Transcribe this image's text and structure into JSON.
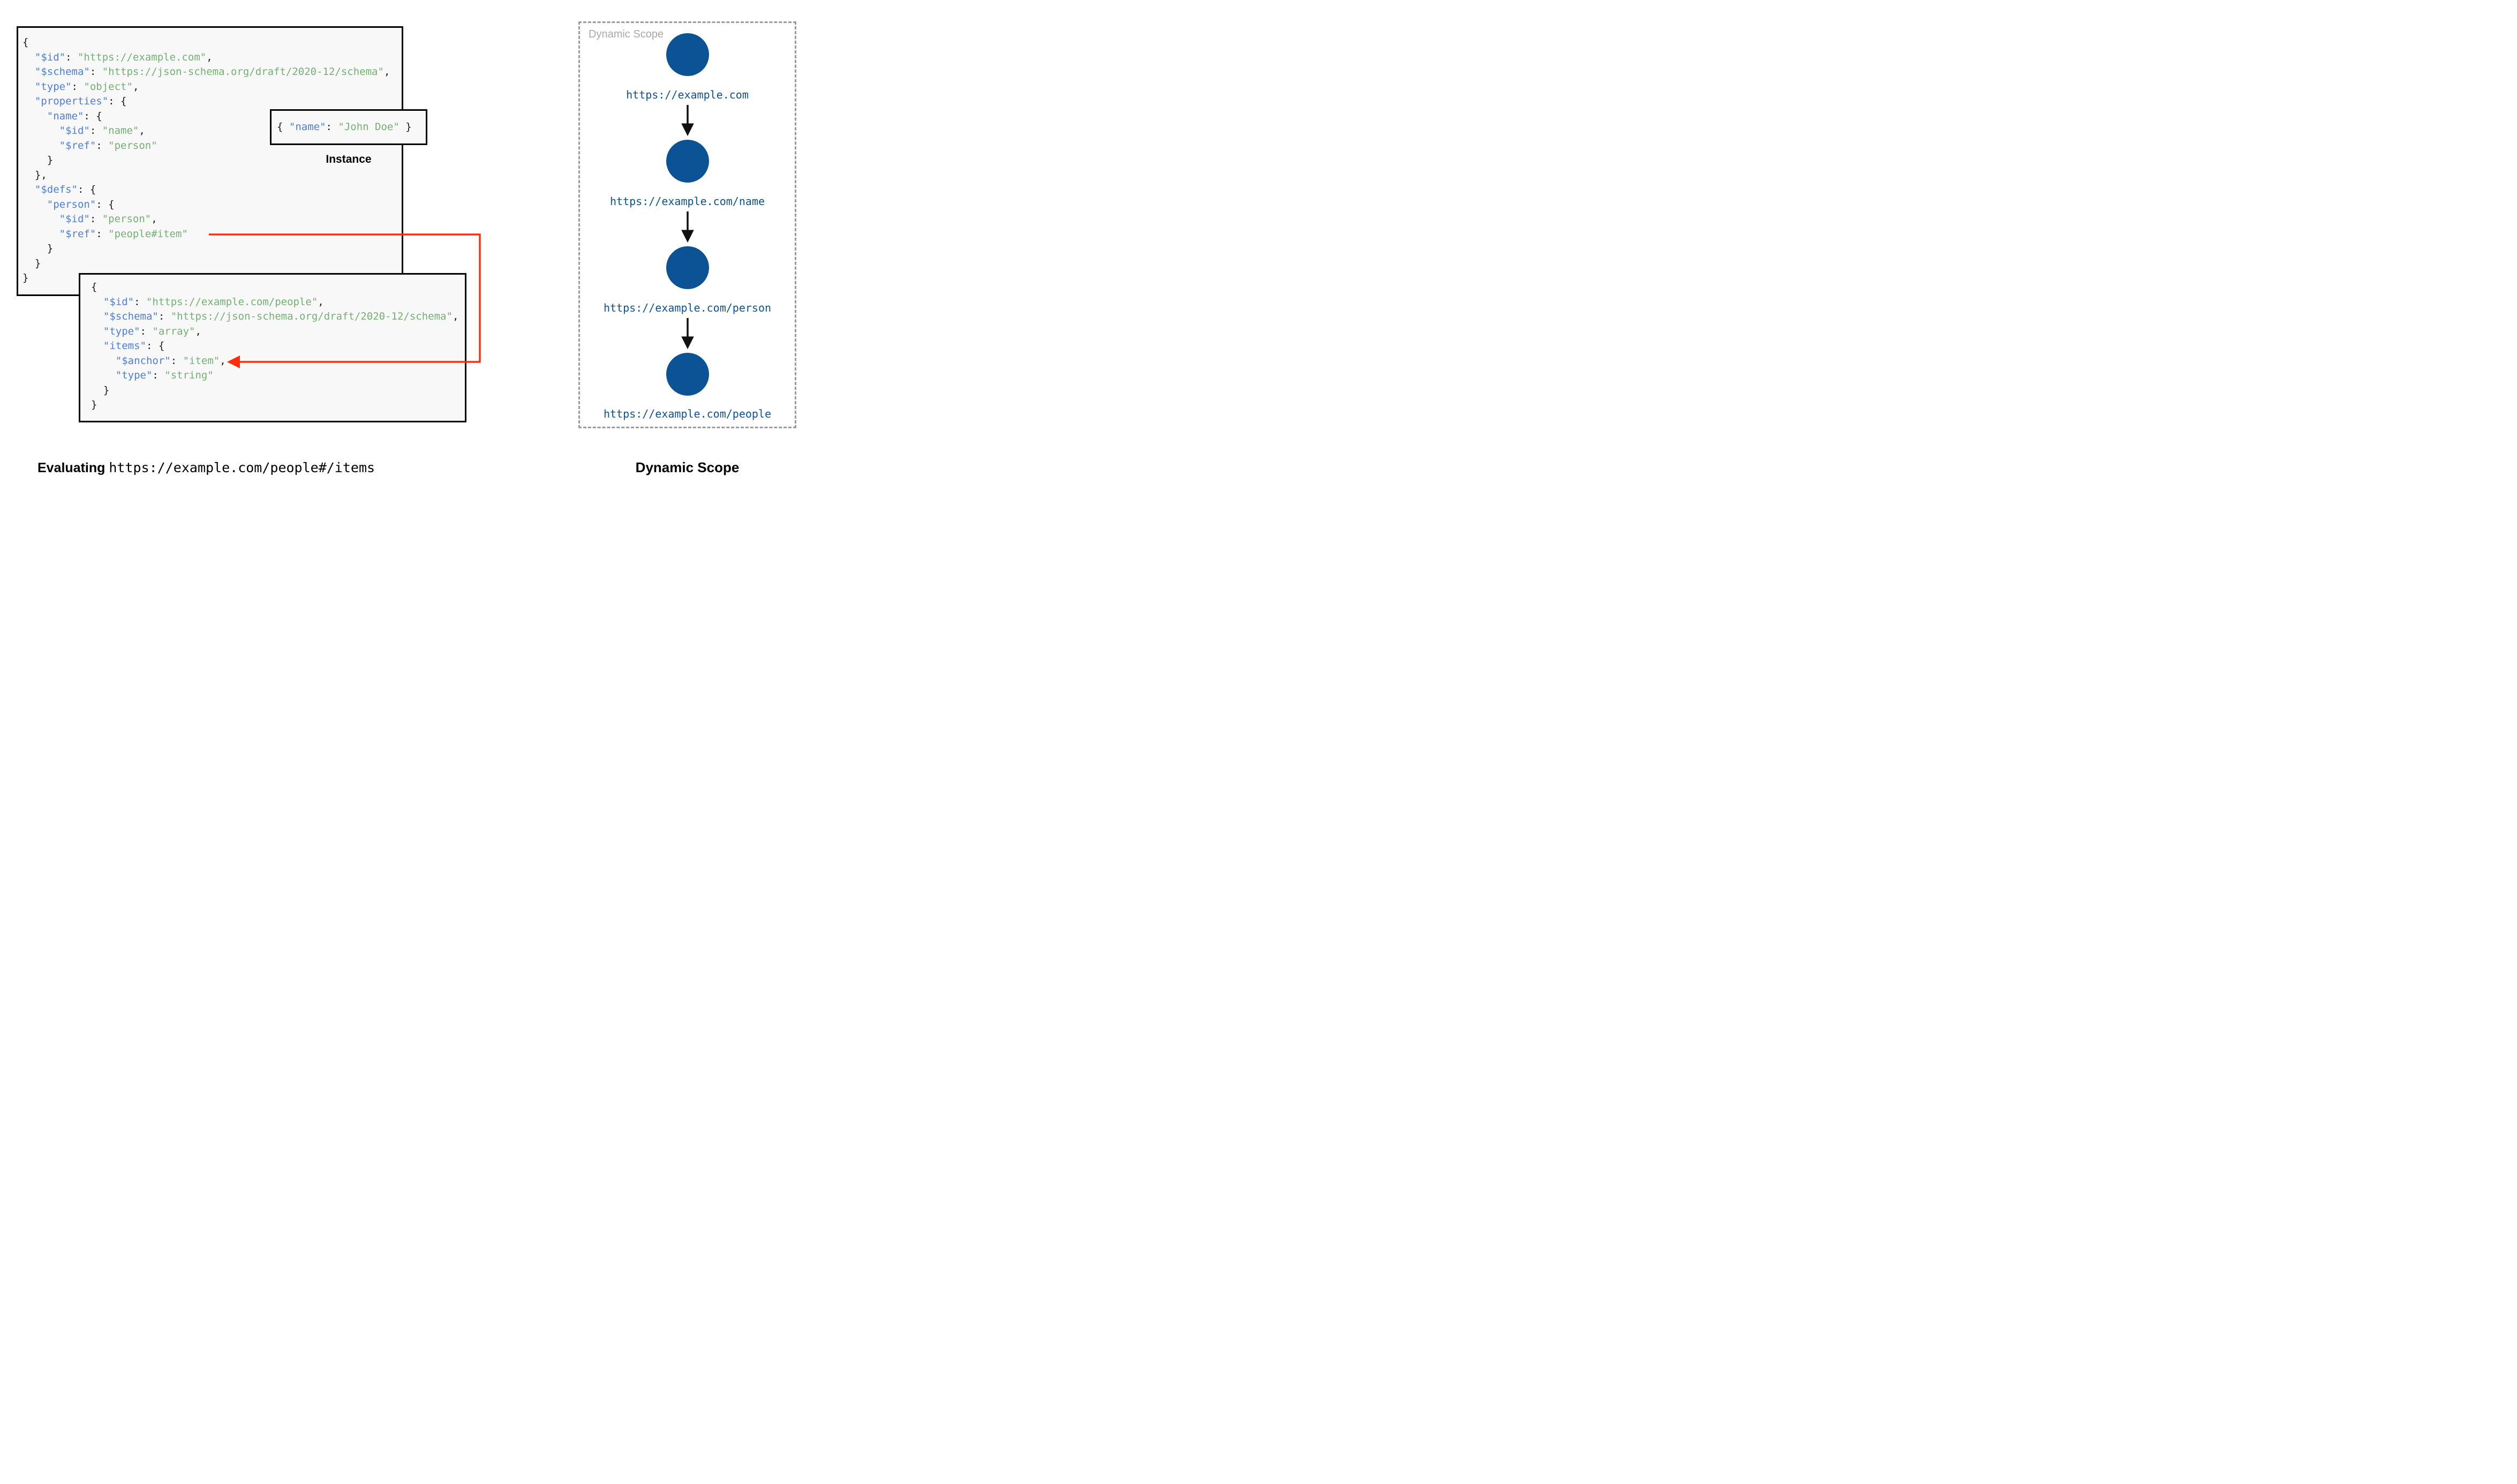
{
  "colors": {
    "code_key_blue": "#4c7ee0",
    "code_string_green": "#74b074",
    "code_punctuation": "#1b1b1b",
    "box_background": "#f8f8f8",
    "box_border": "#000000",
    "ref_arrow_red": "#fe2d0c",
    "scope_node_blue": "#0b5394",
    "scope_url_blue": "#0b5394",
    "scope_border_gray": "#9b9b9b",
    "scope_watermark_gray": "#a9a9a9"
  },
  "schema_a": {
    "lines": [
      "{",
      "  \"$id\": \"https://example.com\",",
      "  \"$schema\": \"https://json-schema.org/draft/2020-12/schema\",",
      "  \"type\": \"object\",",
      "  \"properties\": {",
      "    \"name\": {",
      "      \"$id\": \"name\",",
      "      \"$ref\": \"person\"",
      "    }",
      "  },",
      "  \"$defs\": {",
      "    \"person\": {",
      "      \"$id\": \"person\",",
      "      \"$ref\": \"people#item\"",
      "    }",
      "  }",
      "}"
    ]
  },
  "schema_b": {
    "lines": [
      "{",
      "  \"$id\": \"https://example.com/people\",",
      "  \"$schema\": \"https://json-schema.org/draft/2020-12/schema\",",
      "  \"type\": \"array\",",
      "  \"items\": {",
      "    \"$anchor\": \"item\",",
      "    \"type\": \"string\"",
      "  }",
      "}"
    ]
  },
  "instance": {
    "lines": [
      "{ \"name\": \"John Doe\" }"
    ],
    "label": "Instance"
  },
  "captions": {
    "evaluating_prefix": "Evaluating ",
    "evaluating_uri": "https://example.com/people#/items",
    "dynamic_scope": "Dynamic Scope"
  },
  "scope": {
    "watermark": "Dynamic Scope",
    "nodes": [
      "https://example.com",
      "https://example.com/name",
      "https://example.com/person",
      "https://example.com/people"
    ]
  }
}
